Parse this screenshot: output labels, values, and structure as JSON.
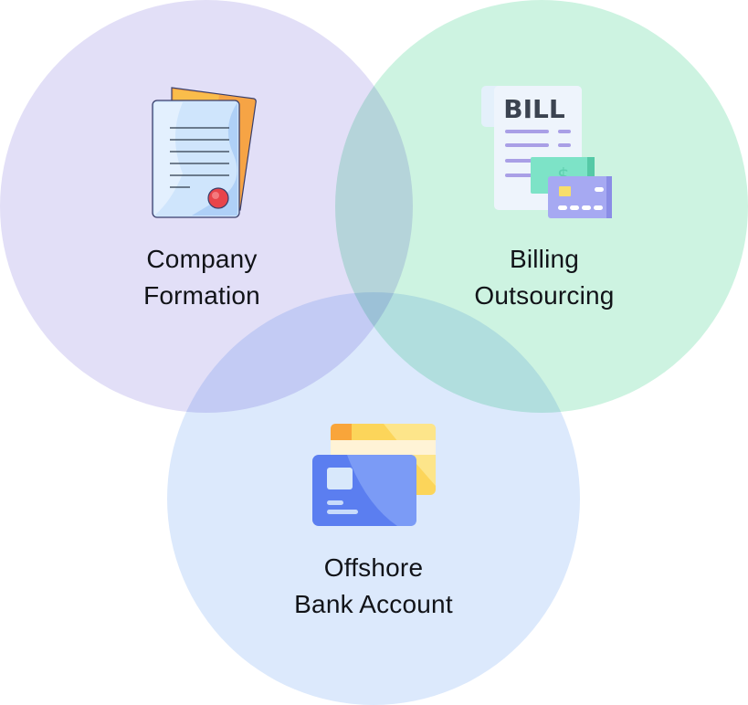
{
  "diagram": {
    "type": "venn",
    "sets": [
      {
        "id": "company-formation",
        "label_lines": [
          "Company",
          "Formation"
        ],
        "icon": "certificate-document-icon",
        "color": "#E2DFF7"
      },
      {
        "id": "billing-outsourcing",
        "label_lines": [
          "Billing",
          "Outsourcing"
        ],
        "icon": "bill-receipt-icon",
        "icon_text": "BILL",
        "color": "#CDF3E1"
      },
      {
        "id": "offshore-bank-account",
        "label_lines": [
          "Offshore",
          "Bank Account"
        ],
        "icon": "credit-cards-icon",
        "color": "#DCE9FC"
      }
    ]
  }
}
